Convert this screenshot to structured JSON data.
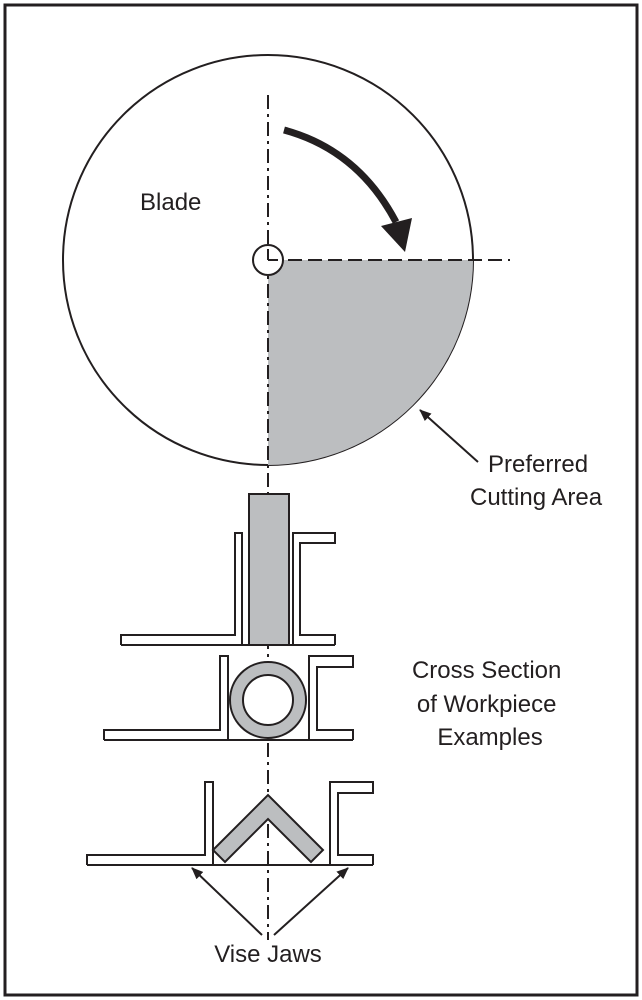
{
  "labels": {
    "blade": "Blade",
    "preferred_line1": "Preferred",
    "preferred_line2": "Cutting Area",
    "cross_line1": "Cross Section",
    "cross_line2": "of Workpiece",
    "cross_line3": "Examples",
    "vise_jaws": "Vise Jaws"
  },
  "colors": {
    "line": "#231f20",
    "workpiece_fill": "#bcbec0",
    "cutting_area_fill": "#bcbec0",
    "background": "#ffffff"
  },
  "icons": {
    "blade_center": "clock-icon",
    "rotation": "curved-arrow-icon"
  }
}
